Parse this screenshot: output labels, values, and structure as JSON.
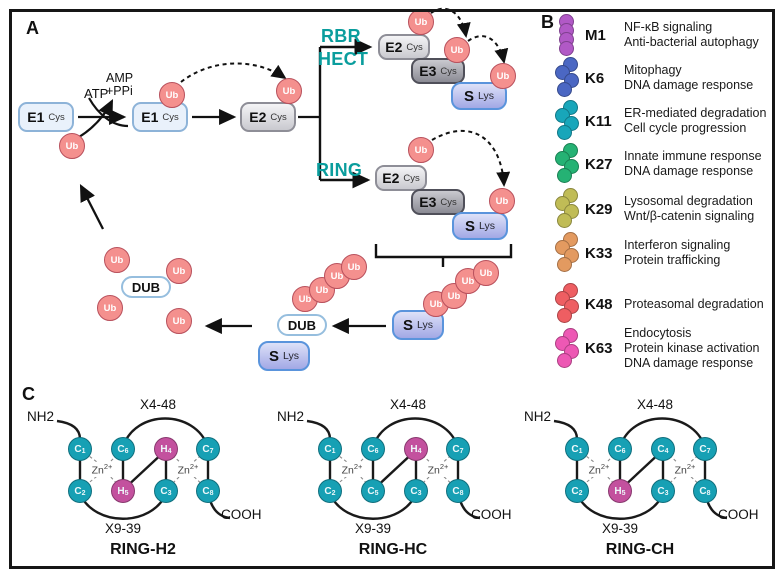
{
  "labels": {
    "ub": "Ub"
  },
  "panelA": {
    "label": "A",
    "atp": "ATP",
    "amp": "AMP",
    "ppi": "+PPi",
    "rbr": "RBR",
    "hect": "HECT",
    "ring": "RING",
    "e1": "E1",
    "e2": "E2",
    "e3": "E3",
    "s": "S",
    "dub": "DUB",
    "cys": "Cys",
    "lys": "Lys",
    "accent_teal": "#0a9d9d",
    "ub_fill": "#f4908e"
  },
  "panelB": {
    "label": "B",
    "rows": [
      {
        "label": "M1",
        "color": "#b159c6",
        "functions": [
          "NF-κB signaling",
          "Anti-bacterial autophagy"
        ]
      },
      {
        "label": "K6",
        "color": "#4b67c3",
        "functions": [
          "Mitophagy",
          "DNA damage response"
        ]
      },
      {
        "label": "K11",
        "color": "#18a6ba",
        "functions": [
          "ER-mediated degradation",
          "Cell cycle progression"
        ]
      },
      {
        "label": "K27",
        "color": "#25b274",
        "functions": [
          "Innate immune response",
          "DNA damage response"
        ]
      },
      {
        "label": "K29",
        "color": "#c0bc56",
        "functions": [
          "Lysosomal degradation",
          "Wnt/β-catenin signaling"
        ]
      },
      {
        "label": "K33",
        "color": "#e39a60",
        "functions": [
          "Interferon signaling",
          "Protein trafficking"
        ]
      },
      {
        "label": "K48",
        "color": "#ee5e62",
        "functions": [
          "Proteasomal degradation"
        ]
      },
      {
        "label": "K63",
        "color": "#ed58b4",
        "functions": [
          "Endocytosis",
          "Protein kinase activation",
          "DNA damage response"
        ]
      }
    ]
  },
  "panelC": {
    "label": "C",
    "structures": [
      {
        "name": "RING-H2",
        "nh2": "NH2",
        "cooh": "COOH",
        "x448": "X4-48",
        "x939": "X9-39",
        "zn": "Zn",
        "zn_sup": "2+",
        "top": [
          {
            "t": "C",
            "s": "1",
            "color": "#17a0b4"
          },
          {
            "t": "C",
            "s": "6",
            "color": "#17a0b4"
          },
          {
            "t": "H",
            "s": "4",
            "color": "#c3519e"
          },
          {
            "t": "C",
            "s": "7",
            "color": "#17a0b4"
          }
        ],
        "bottom": [
          {
            "t": "C",
            "s": "2",
            "color": "#17a0b4"
          },
          {
            "t": "H",
            "s": "5",
            "color": "#c3519e"
          },
          {
            "t": "C",
            "s": "3",
            "color": "#17a0b4"
          },
          {
            "t": "C",
            "s": "8",
            "color": "#17a0b4"
          }
        ]
      },
      {
        "name": "RING-HC",
        "nh2": "NH2",
        "cooh": "COOH",
        "x448": "X4-48",
        "x939": "X9-39",
        "zn": "Zn",
        "zn_sup": "2+",
        "top": [
          {
            "t": "C",
            "s": "1",
            "color": "#17a0b4"
          },
          {
            "t": "C",
            "s": "6",
            "color": "#17a0b4"
          },
          {
            "t": "H",
            "s": "4",
            "color": "#c3519e"
          },
          {
            "t": "C",
            "s": "7",
            "color": "#17a0b4"
          }
        ],
        "bottom": [
          {
            "t": "C",
            "s": "2",
            "color": "#17a0b4"
          },
          {
            "t": "C",
            "s": "5",
            "color": "#17a0b4"
          },
          {
            "t": "C",
            "s": "3",
            "color": "#17a0b4"
          },
          {
            "t": "C",
            "s": "8",
            "color": "#17a0b4"
          }
        ]
      },
      {
        "name": "RING-CH",
        "nh2": "NH2",
        "cooh": "COOH",
        "x448": "X4-48",
        "x939": "X9-39",
        "zn": "Zn",
        "zn_sup": "2+",
        "top": [
          {
            "t": "C",
            "s": "1",
            "color": "#17a0b4"
          },
          {
            "t": "C",
            "s": "6",
            "color": "#17a0b4"
          },
          {
            "t": "C",
            "s": "4",
            "color": "#17a0b4"
          },
          {
            "t": "C",
            "s": "7",
            "color": "#17a0b4"
          }
        ],
        "bottom": [
          {
            "t": "C",
            "s": "2",
            "color": "#17a0b4"
          },
          {
            "t": "H",
            "s": "5",
            "color": "#c3519e"
          },
          {
            "t": "C",
            "s": "3",
            "color": "#17a0b4"
          },
          {
            "t": "C",
            "s": "8",
            "color": "#17a0b4"
          }
        ]
      }
    ]
  }
}
